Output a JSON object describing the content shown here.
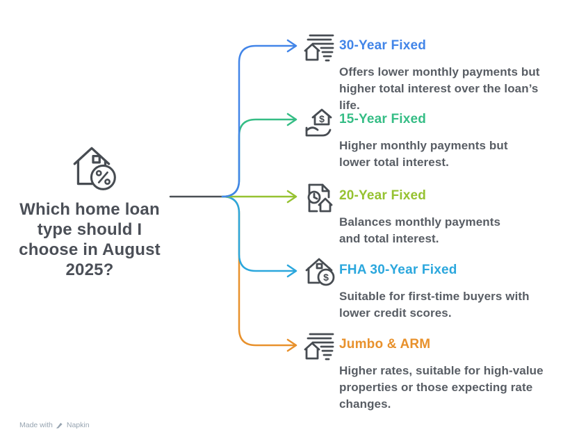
{
  "title": {
    "text": "Which home loan type should I choose in August 2025?"
  },
  "items": [
    {
      "label": "30-Year Fixed",
      "description": "Offers lower monthly payments but higher total interest over the loan’s life.",
      "color": "#4285e8",
      "icon": "loan-term-funnel-house-icon"
    },
    {
      "label": "15-Year Fixed",
      "description": "Higher monthly payments but lower total interest.",
      "color": "#35bd85",
      "icon": "hand-holding-house-dollar-icon"
    },
    {
      "label": "20-Year Fixed",
      "description": "Balances monthly payments and total interest.",
      "color": "#96c231",
      "icon": "document-clock-house-icon"
    },
    {
      "label": "FHA 30-Year Fixed",
      "description": "Suitable for first-time buyers with lower credit scores.",
      "color": "#2ba7dd",
      "icon": "house-dollar-badge-icon"
    },
    {
      "label": "Jumbo & ARM",
      "description": "Higher rates, suitable for high-value properties or those expecting rate changes.",
      "color": "#e8912c",
      "icon": "loan-term-funnel-house-icon"
    }
  ],
  "watermark": {
    "prefix": "Made with",
    "brand": "Napkin"
  },
  "glyphs": {
    "dollar": "$"
  },
  "palette": {
    "background": "#ffffff",
    "title_ink": "#4b4f57",
    "body_ink": "#585d64",
    "icon_ink": "#474c52",
    "connector_root": "#4a4f54",
    "watermark_ink": "#8494a3"
  }
}
